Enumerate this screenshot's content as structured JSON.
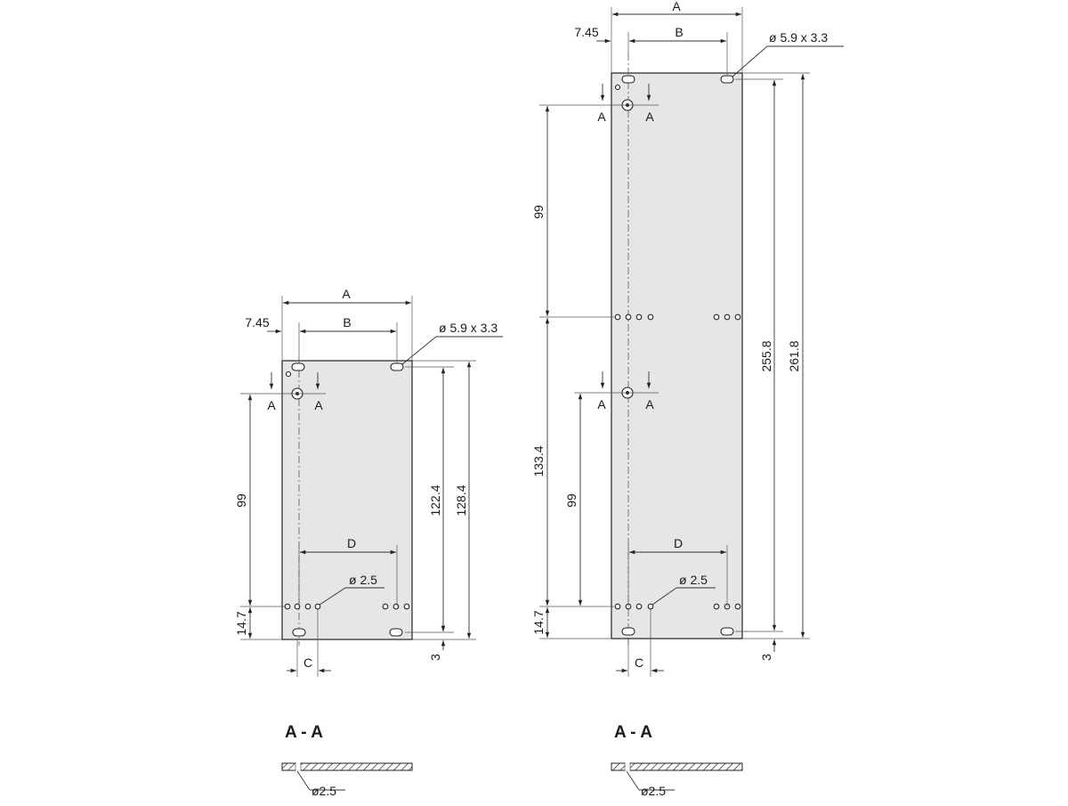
{
  "colors": {
    "plate": "#e6e6e6",
    "line": "#222222"
  },
  "small_panel": {
    "width_label": "A",
    "hole_pitch_label": "B",
    "edge_offset": "7.45",
    "slot_label": "ø 5.9 x 3.3",
    "section_mark": "A",
    "dim_top_hole": "99",
    "dim_bottom_offset": "14.7",
    "dim_inner_height": "122.4",
    "dim_outer_height": "128.4",
    "dim_bottom_gap": "3",
    "hole_row_label": "D",
    "small_hole_label": "ø 2.5",
    "hole_spacing_label": "C"
  },
  "large_panel": {
    "width_label": "A",
    "hole_pitch_label": "B",
    "edge_offset": "7.45",
    "slot_label": "ø 5.9 x 3.3",
    "section_mark": "A",
    "dim_upper_spacing": "99",
    "dim_lower_height": "133.4",
    "dim_lower_hole": "99",
    "dim_bottom_offset": "14.7",
    "dim_inner_height": "255.8",
    "dim_outer_height": "261.8",
    "dim_bottom_gap": "3",
    "hole_row_label": "D",
    "small_hole_label": "ø 2.5",
    "hole_spacing_label": "C"
  },
  "sections": {
    "left_title": "A - A",
    "left_hole_label": "ø2.5",
    "right_title": "A - A",
    "right_hole_label": "ø2.5"
  }
}
